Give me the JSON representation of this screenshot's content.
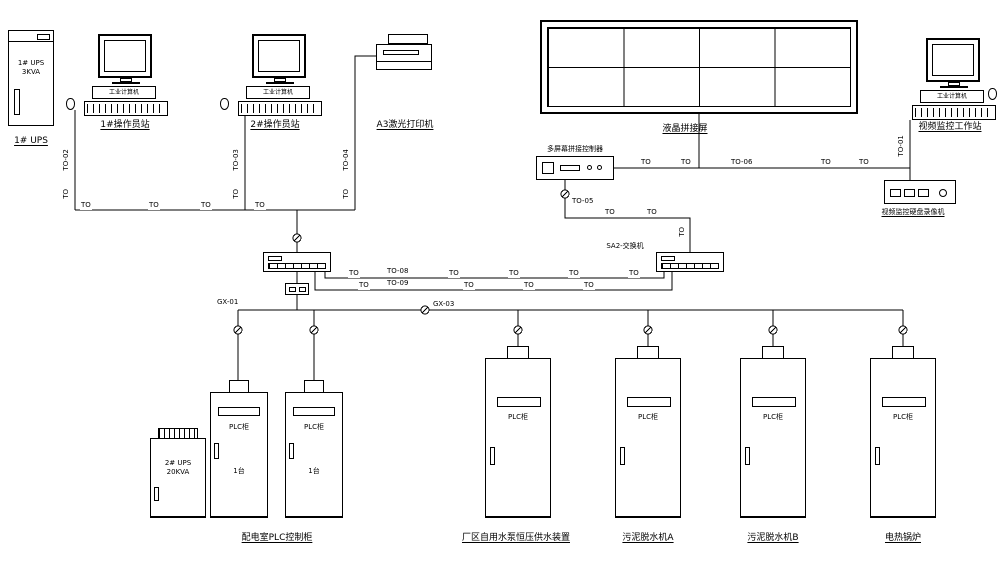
{
  "stations": {
    "ups1": {
      "name_l1": "1# UPS",
      "name_l2": "3KVA",
      "caption": "1# UPS"
    },
    "operator1": {
      "pc": "工业计算机",
      "caption": "1#操作员站"
    },
    "operator2": {
      "pc": "工业计算机",
      "caption": "2#操作员站"
    },
    "printer": {
      "caption": "A3激光打印机"
    },
    "videowall": {
      "caption": "液晶拼接屏"
    },
    "controller": {
      "caption": "多屏幕拼接控制器"
    },
    "monitor_station": {
      "pc": "工业计算机",
      "caption": "视频监控工作站"
    },
    "dvr": {
      "caption": "视频监控硬盘录像机"
    },
    "switch_right": {
      "caption": "SA2-交换机"
    },
    "ups2": {
      "name_l1": "2# UPS",
      "name_l2": "20KVA"
    }
  },
  "cabinets": {
    "plc": "PLC柜",
    "qty": "1台",
    "captions": {
      "power_room": "配电室PLC控制柜",
      "water_pump": "厂区自用水泵恒压供水装置",
      "sludge_a": "污泥脱水机A",
      "sludge_b": "污泥脱水机B",
      "boiler": "电热锅炉"
    }
  },
  "cables": {
    "tick": "TO",
    "to01": "TO-01",
    "to02": "TO-02",
    "to03": "TO-03",
    "to04": "TO-04",
    "to05": "TO-05",
    "to06": "TO-06",
    "to08": "TO-08",
    "to09": "TO-09",
    "gx01": "GX-01",
    "gx03": "GX-03"
  }
}
